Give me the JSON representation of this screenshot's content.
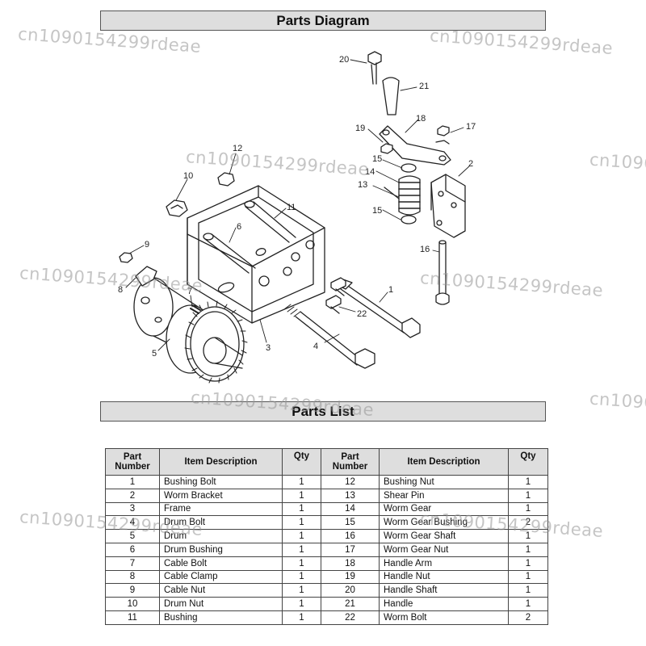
{
  "header": {
    "title": "Parts Diagram",
    "list_title": "Parts List"
  },
  "table": {
    "headers": {
      "part_number": "Part Number",
      "description": "Item Description",
      "qty": "Qty"
    },
    "rows": [
      {
        "left": {
          "num": "1",
          "desc": "Bushing Bolt",
          "qty": "1"
        },
        "right": {
          "num": "12",
          "desc": "Bushing Nut",
          "qty": "1"
        }
      },
      {
        "left": {
          "num": "2",
          "desc": "Worm Bracket",
          "qty": "1"
        },
        "right": {
          "num": "13",
          "desc": "Shear Pin",
          "qty": "1"
        }
      },
      {
        "left": {
          "num": "3",
          "desc": "Frame",
          "qty": "1"
        },
        "right": {
          "num": "14",
          "desc": "Worm Gear",
          "qty": "1"
        }
      },
      {
        "left": {
          "num": "4",
          "desc": "Drum Bolt",
          "qty": "1"
        },
        "right": {
          "num": "15",
          "desc": "Worm Gear Bushing",
          "qty": "2"
        }
      },
      {
        "left": {
          "num": "5",
          "desc": "Drum",
          "qty": "1"
        },
        "right": {
          "num": "16",
          "desc": "Worm Gear Shaft",
          "qty": "1"
        }
      },
      {
        "left": {
          "num": "6",
          "desc": "Drum Bushing",
          "qty": "1"
        },
        "right": {
          "num": "17",
          "desc": "Worm Gear Nut",
          "qty": "1"
        }
      },
      {
        "left": {
          "num": "7",
          "desc": "Cable Bolt",
          "qty": "1"
        },
        "right": {
          "num": "18",
          "desc": "Handle Arm",
          "qty": "1"
        }
      },
      {
        "left": {
          "num": "8",
          "desc": "Cable Clamp",
          "qty": "1"
        },
        "right": {
          "num": "19",
          "desc": "Handle Nut",
          "qty": "1"
        }
      },
      {
        "left": {
          "num": "9",
          "desc": "Cable Nut",
          "qty": "1"
        },
        "right": {
          "num": "20",
          "desc": "Handle Shaft",
          "qty": "1"
        }
      },
      {
        "left": {
          "num": "10",
          "desc": "Drum Nut",
          "qty": "1"
        },
        "right": {
          "num": "21",
          "desc": "Handle",
          "qty": "1"
        }
      },
      {
        "left": {
          "num": "11",
          "desc": "Bushing",
          "qty": "1"
        },
        "right": {
          "num": "22",
          "desc": "Worm Bolt",
          "qty": "2"
        }
      }
    ]
  },
  "diagram": {
    "callouts": [
      "1",
      "2",
      "3",
      "4",
      "5",
      "6",
      "7",
      "8",
      "9",
      "10",
      "11",
      "12",
      "13",
      "14",
      "15",
      "15",
      "16",
      "17",
      "18",
      "19",
      "20",
      "21",
      "22"
    ]
  },
  "watermark": "cn1090154299rdeae"
}
